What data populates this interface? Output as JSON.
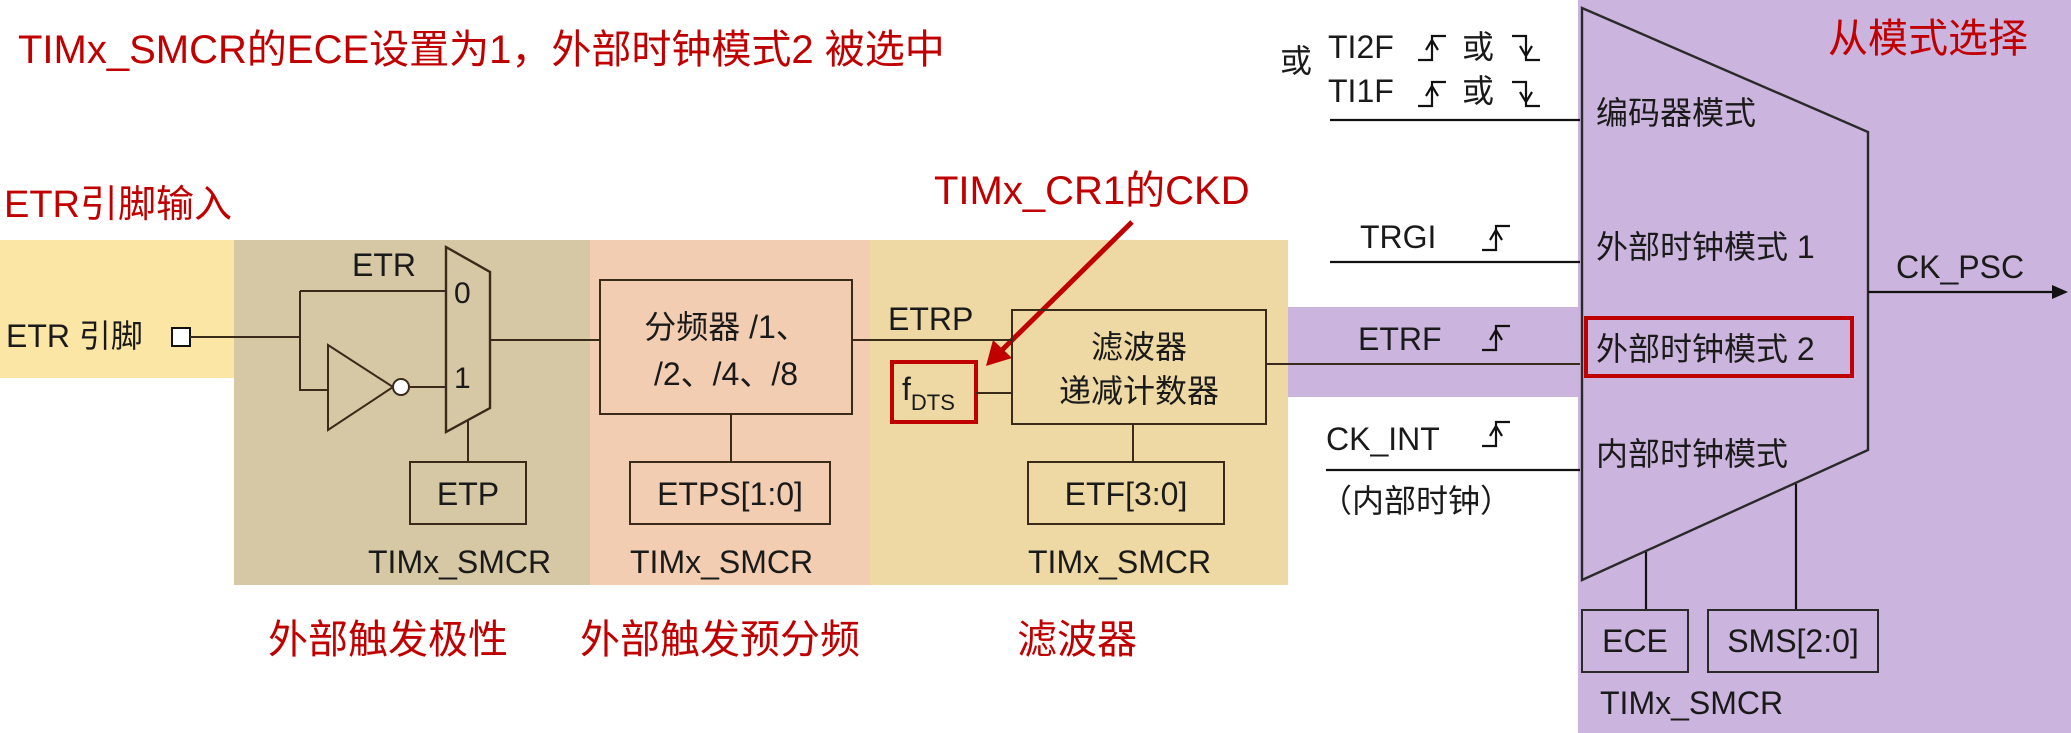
{
  "title": "TIMx_SMCR的ECE设置为1，外部时钟模式2 被选中",
  "etr_pin_input_label": "ETR引脚输入",
  "etr_pin": "ETR 引脚",
  "polarity": {
    "mux_label": "ETR",
    "mux_in0": "0",
    "mux_in1": "1",
    "reg_box": "ETP",
    "reg_name": "TIMx_SMCR",
    "caption": "外部触发极性"
  },
  "prescaler": {
    "box_line1": "分频器 /1、",
    "box_line2": "/2、/4、/8",
    "reg_box": "ETPS[1:0]",
    "reg_name": "TIMx_SMCR",
    "caption": "外部触发预分频"
  },
  "filter": {
    "etrp_label": "ETRP",
    "fdts_main": "f",
    "fdts_sub": "DTS",
    "box_line1": "滤波器",
    "box_line2": "递减计数器",
    "reg_box": "ETF[3:0]",
    "reg_name": "TIMx_SMCR",
    "caption": "滤波器"
  },
  "ckd_annotation": "TIMx_CR1的CKD",
  "inputs": {
    "or_prefix": "或",
    "ti2f": "TI2F",
    "ti1f": "TI1F",
    "or_word": "或",
    "trgi": "TRGI",
    "etrf": "ETRF",
    "ck_int": "CK_INT",
    "internal_clock": "（内部时钟）"
  },
  "slave_mode": {
    "title": "从模式选择",
    "encoder": "编码器模式",
    "ext1": "外部时钟模式 1",
    "ext2": "外部时钟模式 2",
    "internal": "内部时钟模式",
    "output": "CK_PSC",
    "ece": "ECE",
    "sms": "SMS[2:0]",
    "reg_name": "TIMx_SMCR"
  },
  "colors": {
    "annotation_red": "#c00000",
    "etr_input_band": "#fbe6a6",
    "polarity_band": "#d6c8a4",
    "prescaler_band": "#f2cdb1",
    "filter_band": "#eed9a4",
    "slave_mode_purple": "#cbb4dd"
  }
}
